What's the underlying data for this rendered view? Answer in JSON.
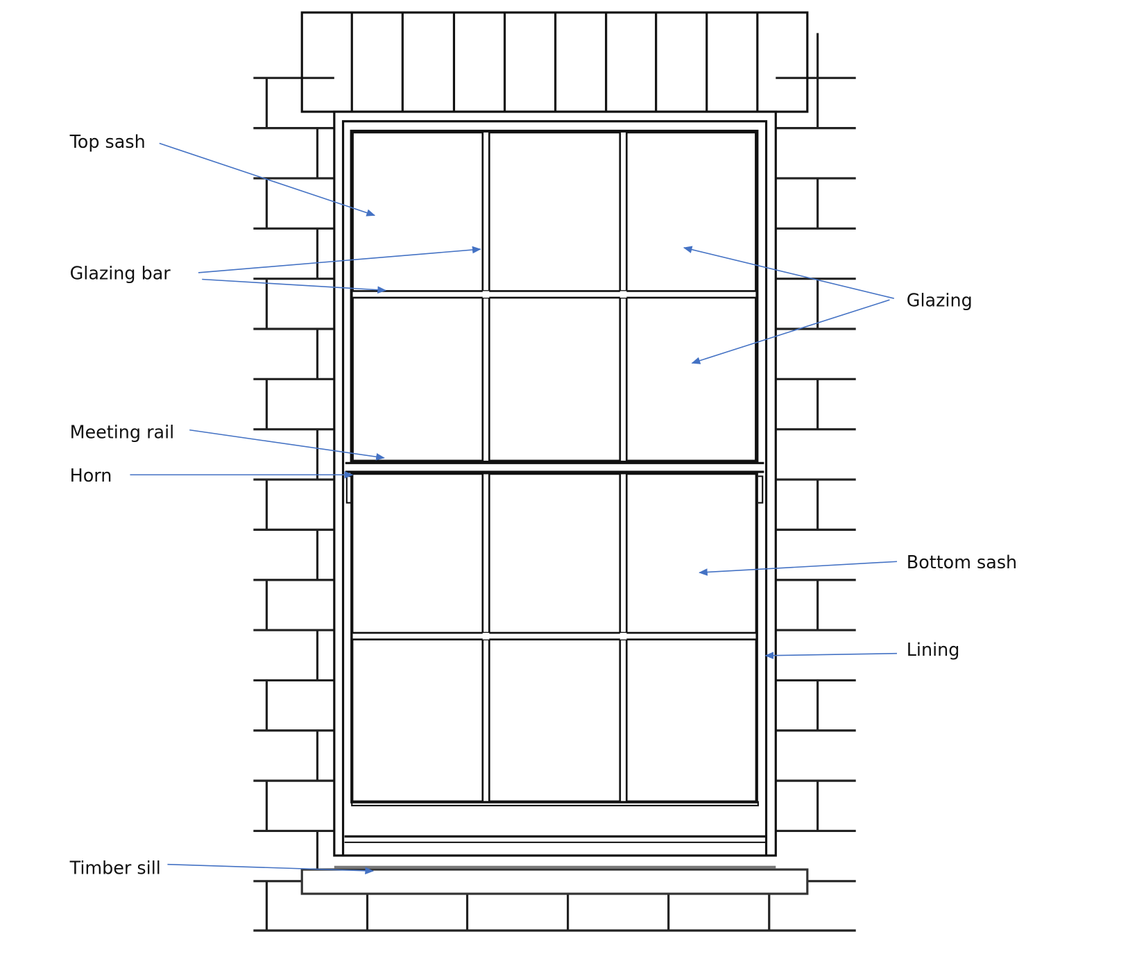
{
  "title": "Sash window diagram",
  "colors": {
    "line": "#111111",
    "arrow": "#4472C4",
    "brick_shadow": "#a8a8a8"
  },
  "labels": {
    "top_sash": "Top sash",
    "glazing_bar": "Glazing bar",
    "meeting_rail": "Meeting rail",
    "horn": "Horn",
    "timber_sill": "Timber sill",
    "glazing": "Glazing",
    "bottom_sash": "Bottom sash",
    "lining": "Lining"
  }
}
